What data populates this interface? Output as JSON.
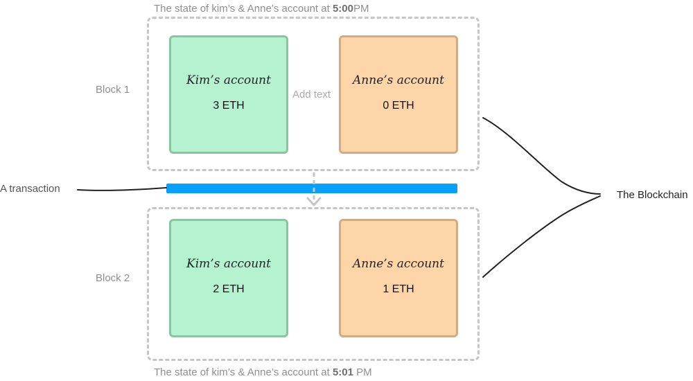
{
  "captions": {
    "top_prefix": "The state of kim’s & Anne’s account at ",
    "top_time": "5:00",
    "top_suffix": "PM",
    "bottom_prefix": "The state of kim’s & Anne’s account at ",
    "bottom_time": "5:01",
    "bottom_suffix": " PM"
  },
  "blocks": [
    {
      "label": "Block 1",
      "accounts": [
        {
          "name": "Kim’s account",
          "amount": "3 ETH"
        },
        {
          "name": "Anne’s account",
          "amount": "0 ETH"
        }
      ],
      "add_text": "Add text"
    },
    {
      "label": "Block 2",
      "accounts": [
        {
          "name": "Kim’s account",
          "amount": "2 ETH"
        },
        {
          "name": "Anne’s account",
          "amount": "1 ETH"
        }
      ]
    }
  ],
  "transaction_label": "A transaction",
  "blockchain_label": "The Blockchain",
  "colors": {
    "kim_fill": "#b4f2d0",
    "anne_fill": "#fdd5a9",
    "transaction_bar": "#06a1fc",
    "frame_dash": "#c6c6c6"
  }
}
